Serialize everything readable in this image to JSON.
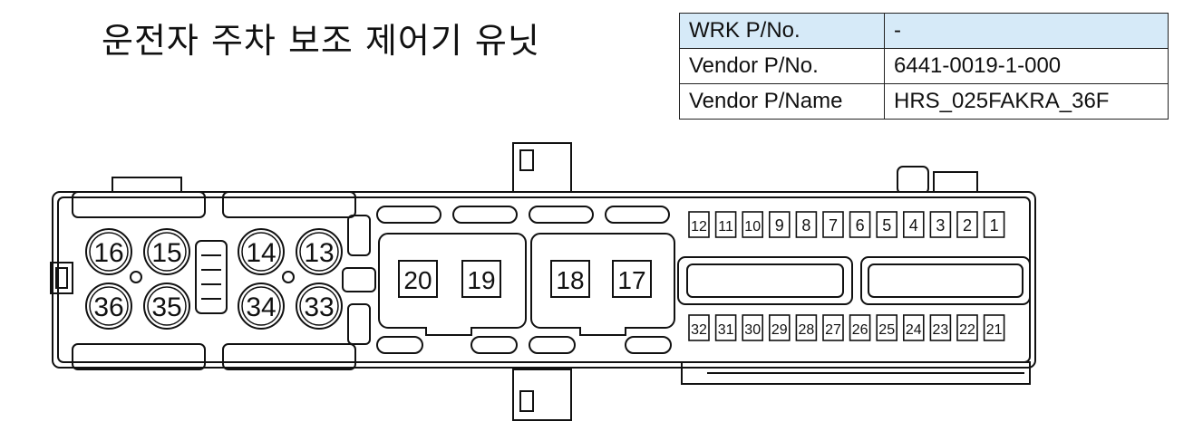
{
  "title": "운전자 주차 보조 제어기 유닛",
  "info_table": [
    {
      "key": "WRK P/No.",
      "value": "-",
      "highlight": true
    },
    {
      "key": "Vendor P/No.",
      "value": "6441-0019-1-000",
      "highlight": false
    },
    {
      "key": "Vendor P/Name",
      "value": "HRS_025FAKRA_36F",
      "highlight": false
    }
  ],
  "coax_pins": [
    "16",
    "15",
    "14",
    "13",
    "36",
    "35",
    "34",
    "33"
  ],
  "square_pins": [
    "20",
    "19",
    "18",
    "17"
  ],
  "top_row_pins": [
    "12",
    "11",
    "10",
    "9",
    "8",
    "7",
    "6",
    "5",
    "4",
    "3",
    "2",
    "1"
  ],
  "bottom_row_pins": [
    "32",
    "31",
    "30",
    "29",
    "28",
    "27",
    "26",
    "25",
    "24",
    "23",
    "22",
    "21"
  ]
}
